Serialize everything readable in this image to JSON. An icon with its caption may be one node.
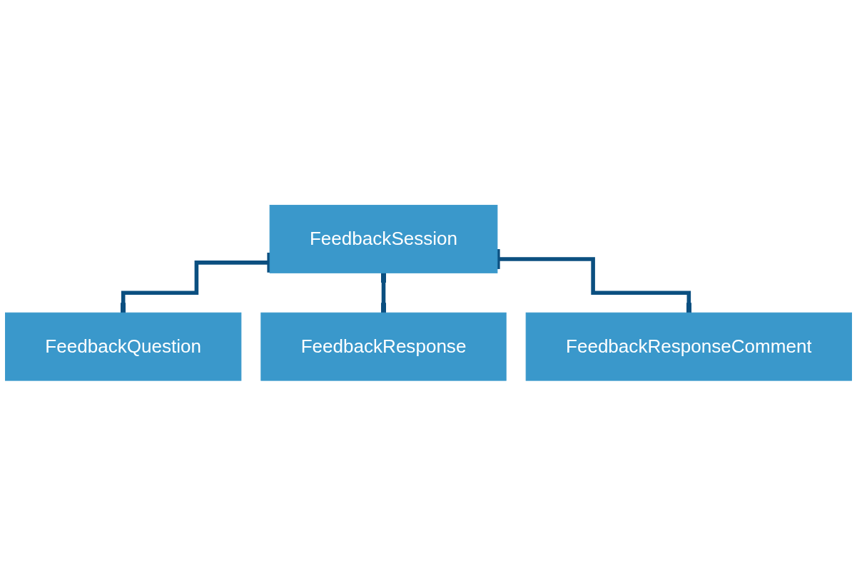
{
  "diagram": {
    "nodes": [
      {
        "text": [
          "FeedbackSession"
        ]
      },
      {
        "text": [
          "FeedbackQuestion"
        ]
      },
      {
        "text": [
          "FeedbackResponse"
        ]
      },
      {
        "text": [
          "FeedbackResponseComment"
        ]
      }
    ],
    "edges": [
      {
        "from": 0,
        "to": 1,
        "arrow": "other"
      },
      {
        "from": 0,
        "to": 2,
        "arrow": "other"
      },
      {
        "from": 0,
        "to": 3,
        "arrow": "other"
      }
    ]
  }
}
